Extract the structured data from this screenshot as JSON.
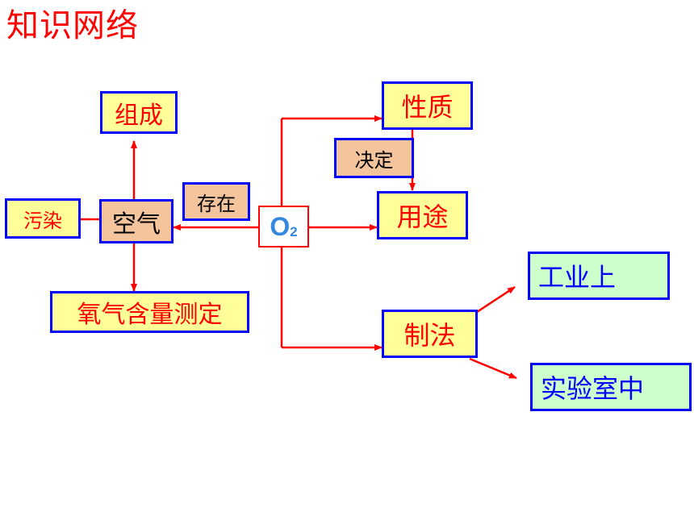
{
  "title": "知识网络",
  "nodes": {
    "zucheng": "组成",
    "kongqi": "空气",
    "wuran": "污染",
    "cunzai": "存在",
    "hanliang": "氧气含量测定",
    "o2": "O",
    "o2_sub": "2",
    "xingzhi": "性质",
    "jueding": "决定",
    "yongtu": "用途",
    "zhifa": "制法",
    "gongye": "工业上",
    "shiyanshi": "实验室中"
  },
  "colors": {
    "arrow": "#ff0000",
    "border": "#0000ff",
    "yellow_fill": "#ffff99",
    "tan_fill": "#f4c49c",
    "green_fill": "#ccffcc",
    "title_text": "#ff0000",
    "o2_text": "#3388dd"
  }
}
